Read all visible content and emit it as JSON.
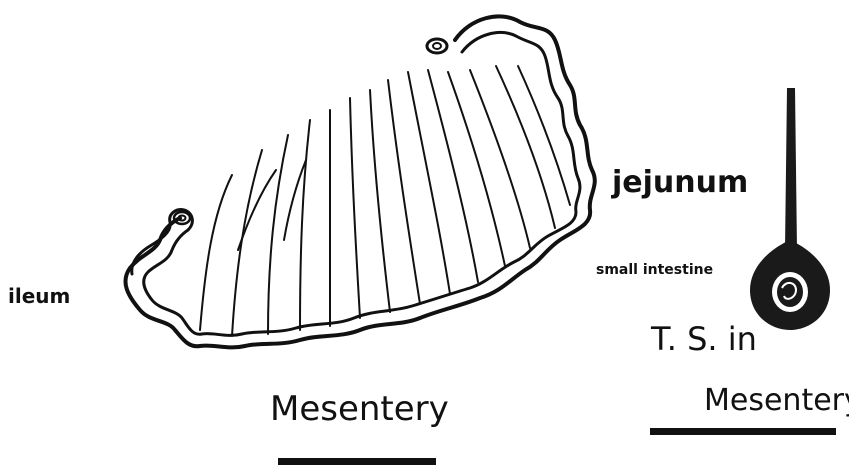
{
  "labels": {
    "jejunum": "jejunum",
    "ileum": "ileum",
    "small_intestine": "small intestine",
    "ts_in": "T. S. in",
    "mesentery_main": "Mesentery",
    "mesentery_side": "Mesentery"
  },
  "colors": {
    "ink": "#111111",
    "background": "#ffffff",
    "intestine_fill": "#1a1a1a"
  }
}
